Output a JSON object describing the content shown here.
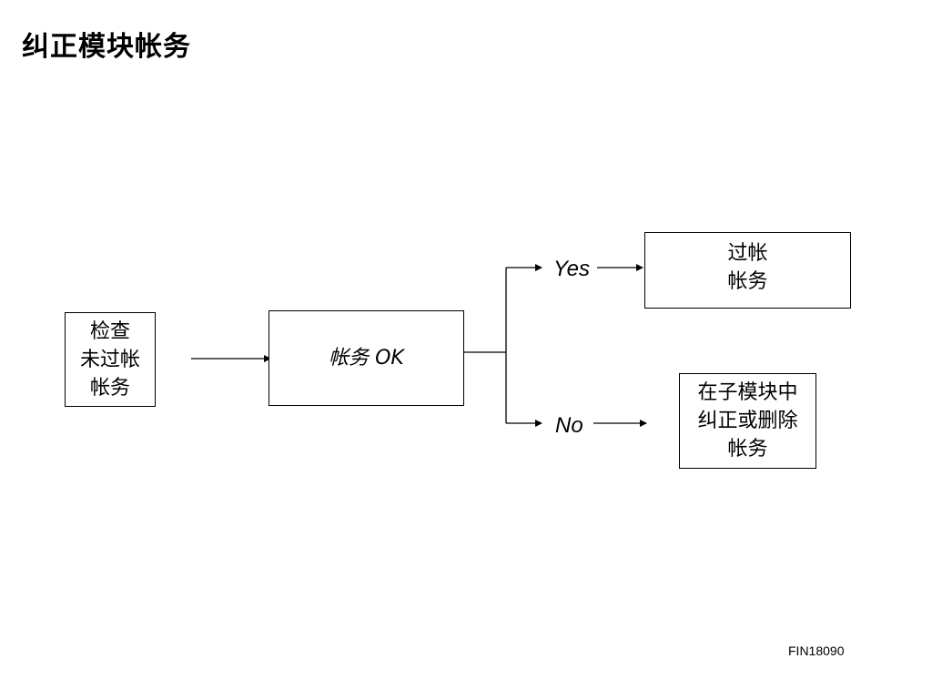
{
  "slide": {
    "title": "纠正模块帐务",
    "footer_code": "FIN18090"
  },
  "diagram": {
    "start_box": {
      "lines": [
        "检查",
        "未过帐",
        "帐务"
      ]
    },
    "decision_box": {
      "text": "帐务 OK"
    },
    "yes_label": "Yes",
    "no_label": "No",
    "yes_box": {
      "lines": [
        "过帐",
        "帐务"
      ]
    },
    "no_box": {
      "lines": [
        "在子模块中",
        "纠正或删除",
        "帐务"
      ]
    }
  }
}
